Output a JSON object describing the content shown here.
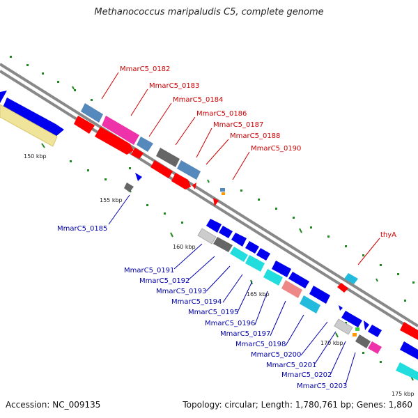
{
  "title": "Methanococcus maripaludis C5, complete genome",
  "footer": {
    "accession": "Accession: NC_009135",
    "summary": "Topology: circular; Length: 1,780,761 bp; Genes: 1,860"
  },
  "colors": {
    "red_label": "#cc0000",
    "blue_label": "#0000aa",
    "track": "#888888",
    "tick": "#228822"
  },
  "scale_labels": [
    "150 kbp",
    "155 kbp",
    "160 kbp",
    "165 kbp",
    "170 kbp",
    "175 kbp"
  ],
  "top_genes": [
    "MmarC5_0182",
    "MmarC5_0183",
    "MmarC5_0184",
    "MmarC5_0186",
    "MmarC5_0187",
    "MmarC5_0188",
    "MmarC5_0190",
    "thyA"
  ],
  "bottom_genes": [
    "MmarC5_0185",
    "MmarC5_0191",
    "MmarC5_0192",
    "MmarC5_0193",
    "MmarC5_0194",
    "MmarC5_0195",
    "MmarC5_0196",
    "MmarC5_0197",
    "MmarC5_0198",
    "MmarC5_0200",
    "MmarC5_0201",
    "MmarC5_0202",
    "MmarC5_0203"
  ]
}
